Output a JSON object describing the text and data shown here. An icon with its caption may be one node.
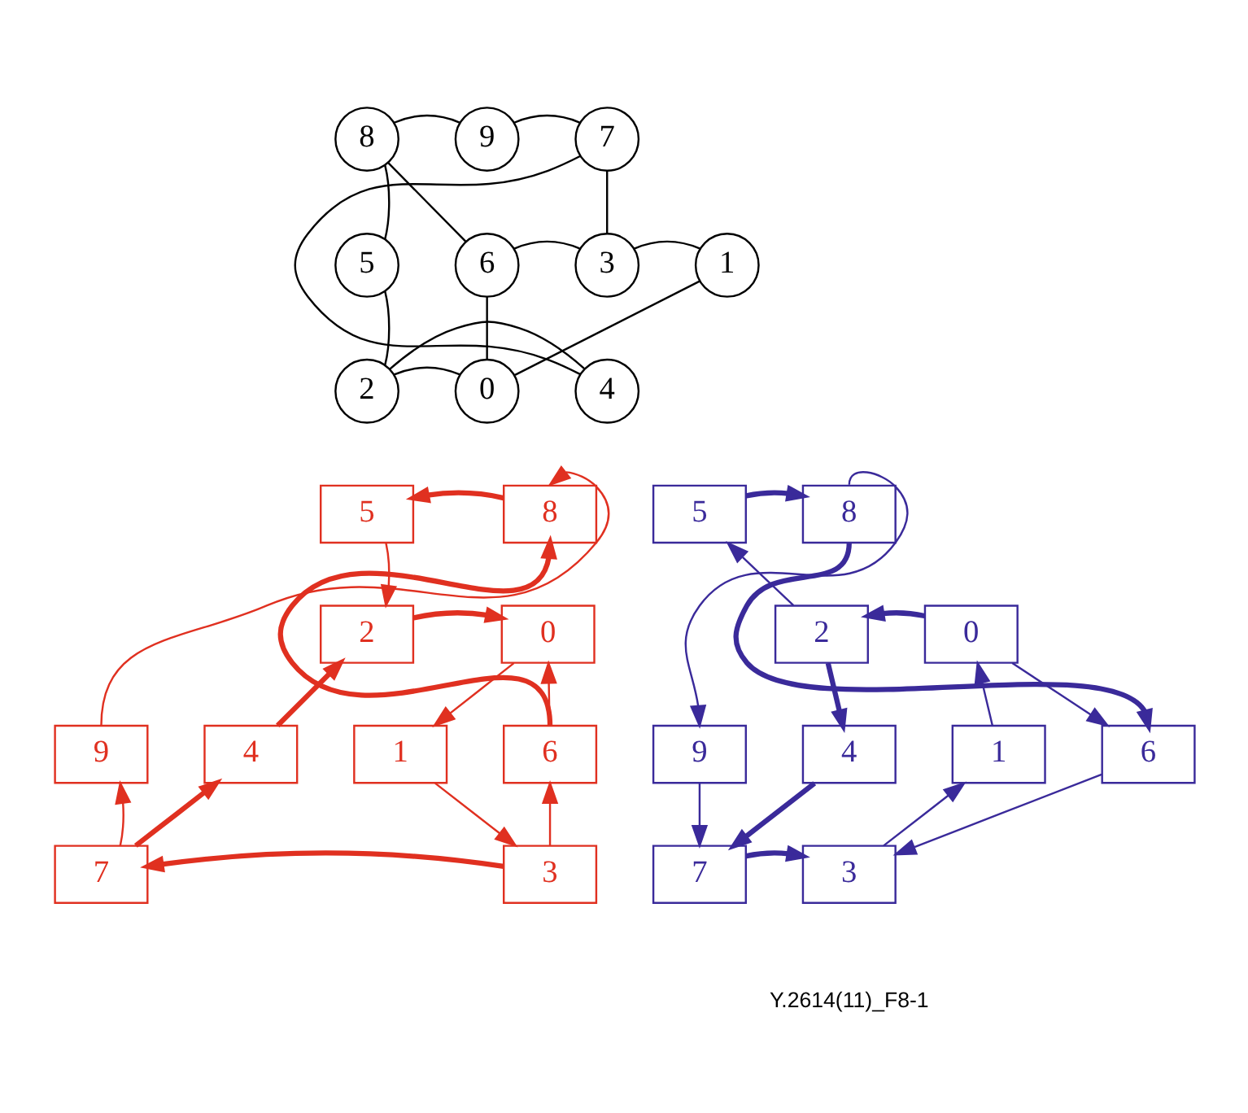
{
  "diagram": {
    "nodes": [
      {
        "text": [
          "8"
        ]
      },
      {
        "text": [
          "7"
        ]
      },
      {
        "text": [
          "9"
        ]
      },
      {
        "text": [
          "5"
        ]
      },
      {
        "text": [
          "3"
        ]
      },
      {
        "text": [
          "1"
        ]
      },
      {
        "text": [
          "6"
        ]
      },
      {
        "text": [
          "2"
        ]
      },
      {
        "text": [
          "0"
        ]
      },
      {
        "text": [
          "4"
        ]
      },
      {
        "text": [
          "5"
        ]
      },
      {
        "text": [
          "8"
        ]
      },
      {
        "text": [
          "2"
        ]
      },
      {
        "text": [
          "0"
        ]
      },
      {
        "text": [
          "9"
        ]
      },
      {
        "text": [
          "4"
        ]
      },
      {
        "text": [
          "1"
        ]
      },
      {
        "text": [
          "6"
        ]
      },
      {
        "text": [
          "7"
        ]
      },
      {
        "text": [
          "3"
        ]
      },
      {
        "text": [
          "5"
        ]
      },
      {
        "text": [
          "8"
        ]
      },
      {
        "text": [
          "2"
        ]
      },
      {
        "text": [
          "0"
        ]
      },
      {
        "text": [
          "9"
        ]
      },
      {
        "text": [
          "4"
        ]
      },
      {
        "text": [
          "1"
        ]
      },
      {
        "text": [
          "6"
        ]
      },
      {
        "text": [
          "7"
        ]
      },
      {
        "text": [
          "3"
        ]
      }
    ],
    "edges": [
      {
        "from": 0,
        "to": 2,
        "arrow": "none"
      },
      {
        "from": 0,
        "to": 3,
        "arrow": "none"
      },
      {
        "from": 0,
        "to": 6,
        "arrow": "none"
      },
      {
        "from": 2,
        "to": 1,
        "arrow": "none"
      },
      {
        "from": 1,
        "to": 4,
        "arrow": "none"
      },
      {
        "from": 1,
        "to": 9,
        "arrow": "none"
      },
      {
        "from": 4,
        "to": 5,
        "arrow": "none"
      },
      {
        "from": 4,
        "to": 6,
        "arrow": "none"
      },
      {
        "from": 3,
        "to": 7,
        "arrow": "none"
      },
      {
        "from": 6,
        "to": 8,
        "arrow": "none"
      },
      {
        "from": 5,
        "to": 8,
        "arrow": "none"
      },
      {
        "from": 7,
        "to": 8,
        "arrow": "none"
      },
      {
        "from": 7,
        "to": 9,
        "arrow": "none"
      },
      {
        "from": 11,
        "to": 10,
        "arrow": "to",
        "style": "thick",
        "color": "#e03020"
      },
      {
        "from": 10,
        "to": 12,
        "arrow": "to",
        "color": "#e03020"
      },
      {
        "from": 12,
        "to": 13,
        "arrow": "to",
        "style": "thick",
        "color": "#e03020"
      },
      {
        "from": 13,
        "to": 16,
        "arrow": "to",
        "color": "#e03020"
      },
      {
        "from": 16,
        "to": 19,
        "arrow": "to",
        "color": "#e03020"
      },
      {
        "from": 19,
        "to": 18,
        "arrow": "to",
        "style": "thick",
        "color": "#e03020"
      },
      {
        "from": 18,
        "to": 15,
        "arrow": "to",
        "style": "thick",
        "color": "#e03020"
      },
      {
        "from": 15,
        "to": 12,
        "arrow": "to",
        "style": "thick",
        "color": "#e03020"
      },
      {
        "from": 18,
        "to": 14,
        "arrow": "to",
        "color": "#e03020"
      },
      {
        "from": 14,
        "to": 11,
        "arrow": "to",
        "color": "#e03020"
      },
      {
        "from": 19,
        "to": 17,
        "arrow": "to",
        "color": "#e03020"
      },
      {
        "from": 17,
        "to": 13,
        "arrow": "to",
        "color": "#e03020"
      },
      {
        "from": 17,
        "to": 11,
        "arrow": "to",
        "style": "thick",
        "color": "#e03020"
      },
      {
        "from": 20,
        "to": 21,
        "arrow": "to",
        "style": "thick",
        "color": "#3a2a9a"
      },
      {
        "from": 21,
        "to": 27,
        "arrow": "to",
        "style": "thick",
        "color": "#3a2a9a"
      },
      {
        "from": 23,
        "to": 22,
        "arrow": "to",
        "style": "thick",
        "color": "#3a2a9a"
      },
      {
        "from": 22,
        "to": 20,
        "arrow": "to",
        "color": "#3a2a9a"
      },
      {
        "from": 22,
        "to": 25,
        "arrow": "to",
        "style": "thick",
        "color": "#3a2a9a"
      },
      {
        "from": 25,
        "to": 28,
        "arrow": "to",
        "style": "thick",
        "color": "#3a2a9a"
      },
      {
        "from": 28,
        "to": 29,
        "arrow": "to",
        "style": "thick",
        "color": "#3a2a9a"
      },
      {
        "from": 29,
        "to": 26,
        "arrow": "to",
        "color": "#3a2a9a"
      },
      {
        "from": 26,
        "to": 23,
        "arrow": "to",
        "color": "#3a2a9a"
      },
      {
        "from": 23,
        "to": 27,
        "arrow": "to",
        "color": "#3a2a9a"
      },
      {
        "from": 27,
        "to": 29,
        "arrow": "to",
        "color": "#3a2a9a"
      },
      {
        "from": 21,
        "to": 24,
        "arrow": "to",
        "color": "#3a2a9a"
      },
      {
        "from": 24,
        "to": 28,
        "arrow": "to",
        "color": "#3a2a9a"
      }
    ],
    "labels": [
      "Y.2614(11)_F8-1"
    ]
  }
}
